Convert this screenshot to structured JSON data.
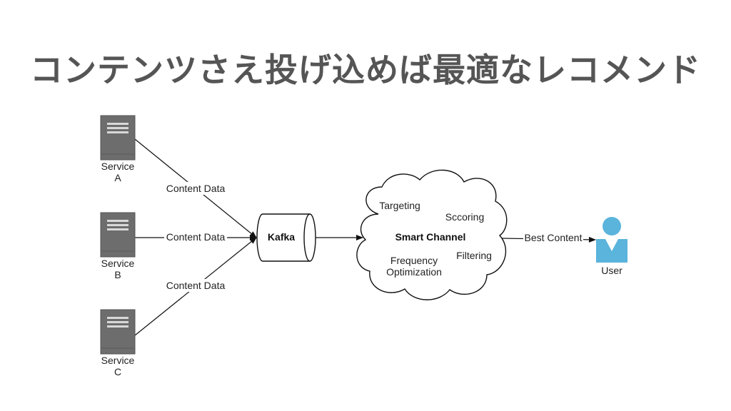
{
  "title": "コンテンツさえ投げ込めば最適なレコメンド",
  "services": [
    {
      "line1": "Service",
      "line2": "A"
    },
    {
      "line1": "Service",
      "line2": "B"
    },
    {
      "line1": "Service",
      "line2": "C"
    }
  ],
  "edges": {
    "content_data_a": "Content Data",
    "content_data_b": "Content Data",
    "content_data_c": "Content Data",
    "best_content": "Best Content"
  },
  "kafka": {
    "label": "Kafka"
  },
  "smart_channel": {
    "label": "Smart Channel",
    "features": {
      "targeting": "Targeting",
      "scoring": "Sccoring",
      "frequency_line1": "Frequency",
      "frequency_line2": "Optimization",
      "filtering": "Filtering"
    }
  },
  "user": {
    "label": "User"
  },
  "colors": {
    "title": "#555555",
    "server": "#6d6d6d",
    "user": "#5ab4dc",
    "line": "#111111"
  },
  "icons": {
    "server": "server-icon",
    "user": "user-icon"
  }
}
